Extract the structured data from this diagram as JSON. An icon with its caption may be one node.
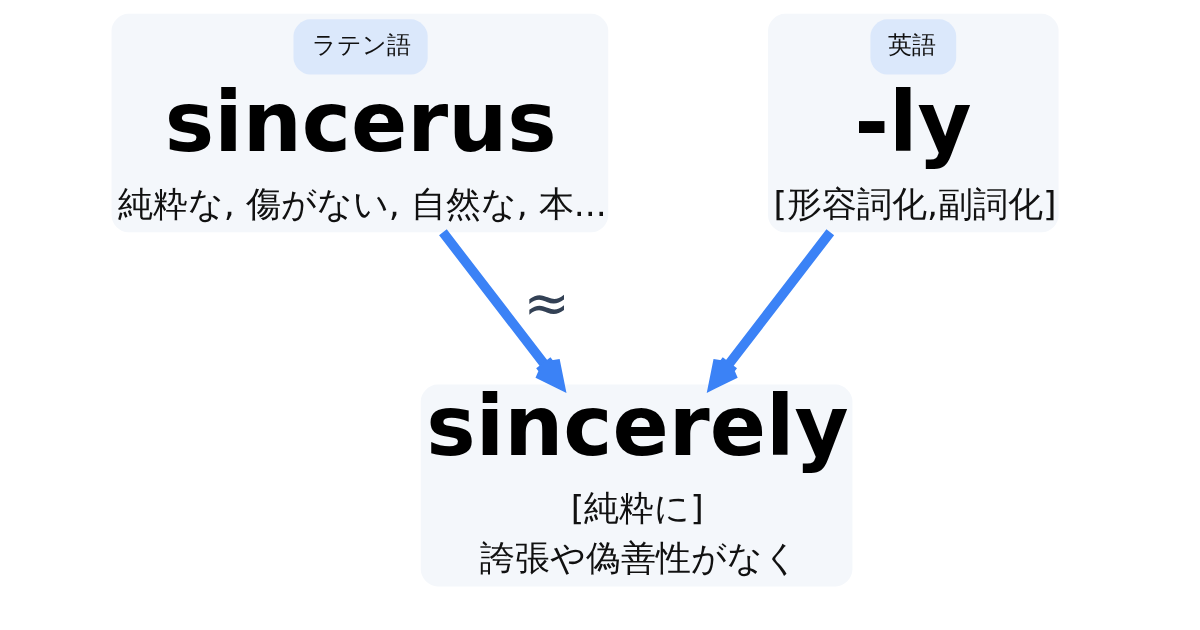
{
  "diagram": {
    "nodes": [
      {
        "text": [
          "ラテン語",
          "sincerus",
          "純粋な, 傷がない, 自然な, 本..."
        ]
      },
      {
        "text": [
          "英語",
          "-ly",
          "[形容詞化,副詞化]"
        ]
      },
      {
        "text": [
          "sincerely",
          "[純粋に]",
          "誇張や偽善性がなく"
        ]
      }
    ],
    "edges": [
      {
        "from": 0,
        "to": 2,
        "arrow": "to",
        "label": "≈"
      },
      {
        "from": 1,
        "to": 2,
        "arrow": "to"
      }
    ]
  }
}
